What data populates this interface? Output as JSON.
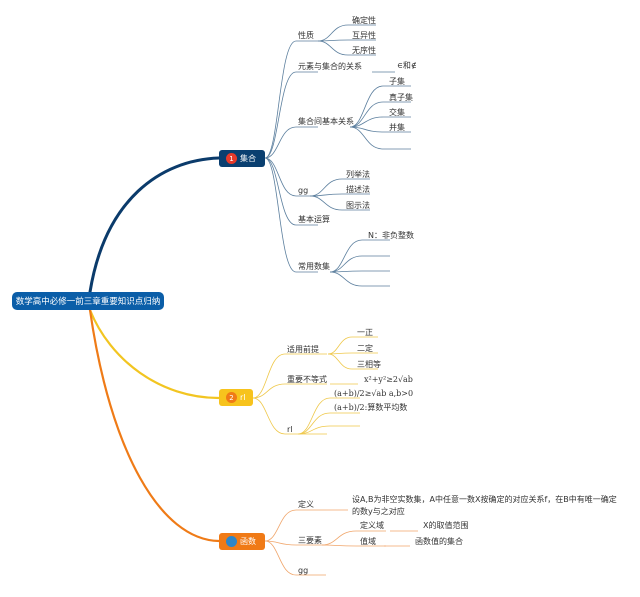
{
  "root": "数学高中必修一前三章重要知识点归纳",
  "colors": {
    "blue": "#0b3b6b",
    "yellow": "#f2c521",
    "orange": "#ef7b17",
    "node_blue": "#0a3f70",
    "node_yellow": "#f7c31d",
    "node_orange": "#f07a16",
    "badge_red": "#e63a2b",
    "badge_orange": "#f07a16",
    "badge_blue": "#2e86c8",
    "line_blue": "#5c7f9e",
    "line_yellow": "#efc84a",
    "line_orange": "#f0a56a"
  },
  "branches": {
    "set": {
      "badge": "1",
      "label": "集合",
      "children": {
        "properties": {
          "label": "性质",
          "items": [
            "确定性",
            "互异性",
            "无序性"
          ]
        },
        "element_relation": {
          "label": "元素与集合的关系",
          "value": "∈和∉"
        },
        "basic_relations": {
          "label": "集合间基本关系",
          "items": [
            "子集",
            "真子集",
            "交集",
            "并集"
          ]
        },
        "gg": {
          "label": "gg",
          "items": [
            "列举法",
            "描述法",
            "图示法"
          ]
        },
        "basic_ops": {
          "label": "基本运算"
        },
        "common_sets": {
          "label": "常用数集",
          "items": [
            "N：非负整数"
          ]
        }
      }
    },
    "ri": {
      "badge": "2",
      "label": "rl",
      "children": {
        "premise": {
          "label": "适用前提",
          "items": [
            "一正",
            "二定",
            "三相等"
          ]
        },
        "inequality": {
          "label": "重要不等式",
          "value": "x²+y²≥2√ab"
        },
        "ri_sub": {
          "label": "rl",
          "items": [
            "(a+b)/2≥√ab a,b>0",
            "(a+b)/2:算数平均数"
          ]
        }
      }
    },
    "func": {
      "badge": "",
      "label": "函数",
      "children": {
        "definition": {
          "label": "定义",
          "value": "设A,B为非空实数集，A中任意一数X按确定的对应关系f，在B中有唯一确定的数y与之对应"
        },
        "three_elements": {
          "label": "三要素",
          "items": [
            {
              "label": "定义域",
              "value": "X的取值范围"
            },
            {
              "label": "值域",
              "value": "函数值的集合"
            }
          ]
        },
        "gg": {
          "label": "gg"
        }
      }
    }
  }
}
